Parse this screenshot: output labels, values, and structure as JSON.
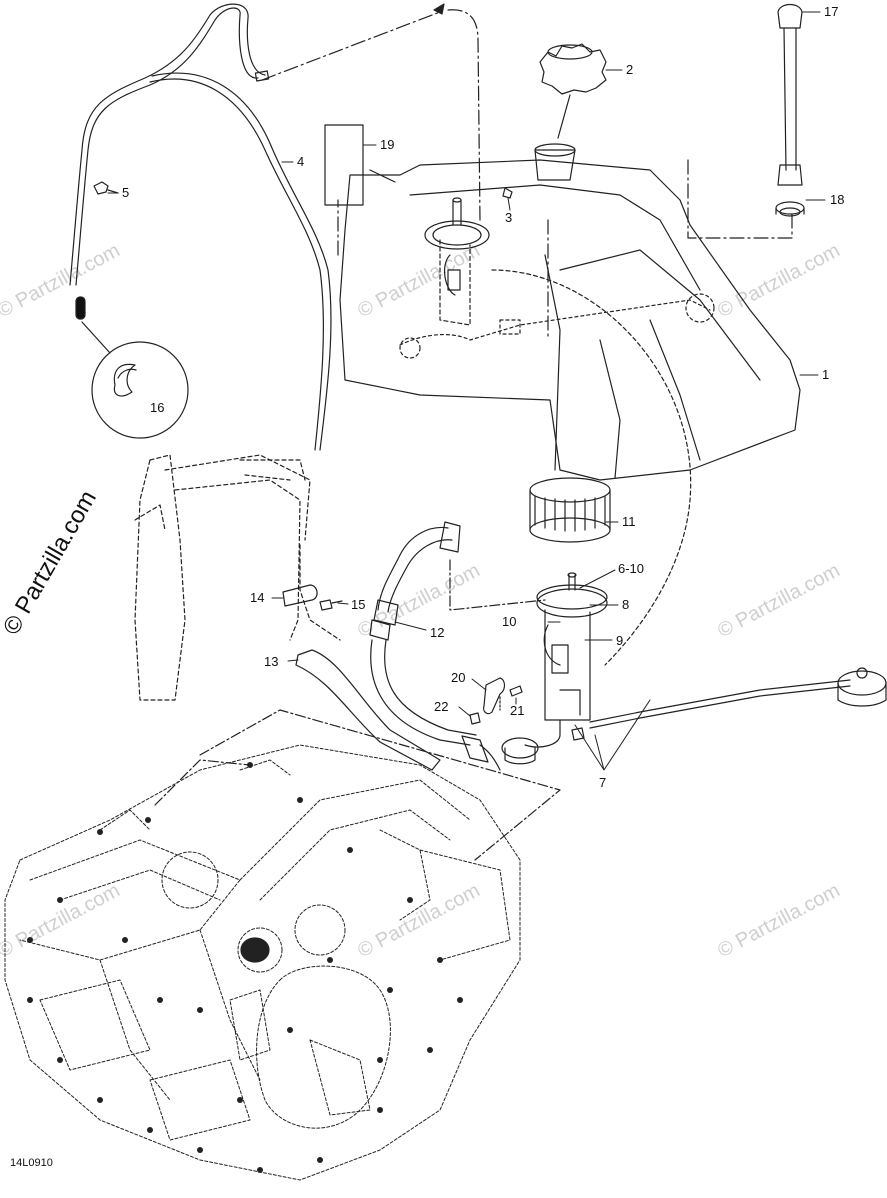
{
  "callouts": {
    "c1": "1",
    "c2": "2",
    "c3": "3",
    "c4": "4",
    "c5": "5",
    "c6_10": "6-10",
    "c7": "7",
    "c8": "8",
    "c9": "9",
    "c10": "10",
    "c11": "11",
    "c12": "12",
    "c13": "13",
    "c14": "14",
    "c15": "15",
    "c16": "16",
    "c17": "17",
    "c18": "18",
    "c19": "19",
    "c20": "20",
    "c21": "21",
    "c22": "22"
  },
  "watermark": {
    "main": "© Partzilla.com",
    "repeat": "© Partzilla.com"
  },
  "drawing_code": "14L0910",
  "colors": {
    "line": "#222222",
    "watermark": "#cfcfcf"
  }
}
